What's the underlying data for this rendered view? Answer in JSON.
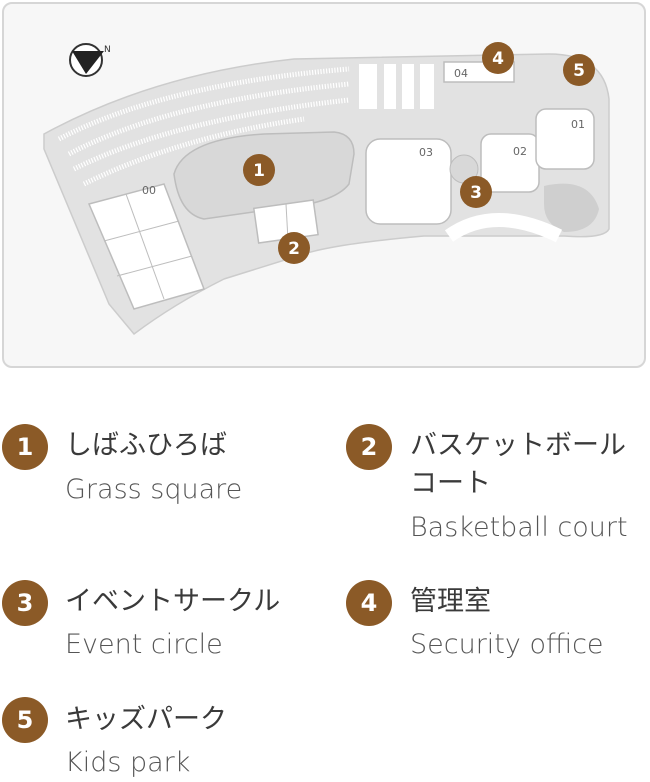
{
  "map": {
    "compass": {
      "icon": "north-arrow-icon",
      "label": "N"
    },
    "facility_labels": [
      "00",
      "01",
      "02",
      "03",
      "04"
    ],
    "markers": [
      "1",
      "2",
      "3",
      "4",
      "5"
    ],
    "colors": {
      "marker": "#8b5a27",
      "ground": "#e2e2e2",
      "building": "#ffffff",
      "outline": "#c8c8c8"
    }
  },
  "legend": [
    {
      "number": "1",
      "name_jp": "しばふひろば",
      "name_en": "Grass square"
    },
    {
      "number": "2",
      "name_jp": "バスケットボール",
      "name_jp_line2": "コート",
      "name_en": "Basketball court"
    },
    {
      "number": "3",
      "name_jp": "イベントサークル",
      "name_en": "Event circle"
    },
    {
      "number": "4",
      "name_jp": "管理室",
      "name_en": "Security office"
    },
    {
      "number": "5",
      "name_jp": "キッズパーク",
      "name_en": "Kids park"
    }
  ]
}
